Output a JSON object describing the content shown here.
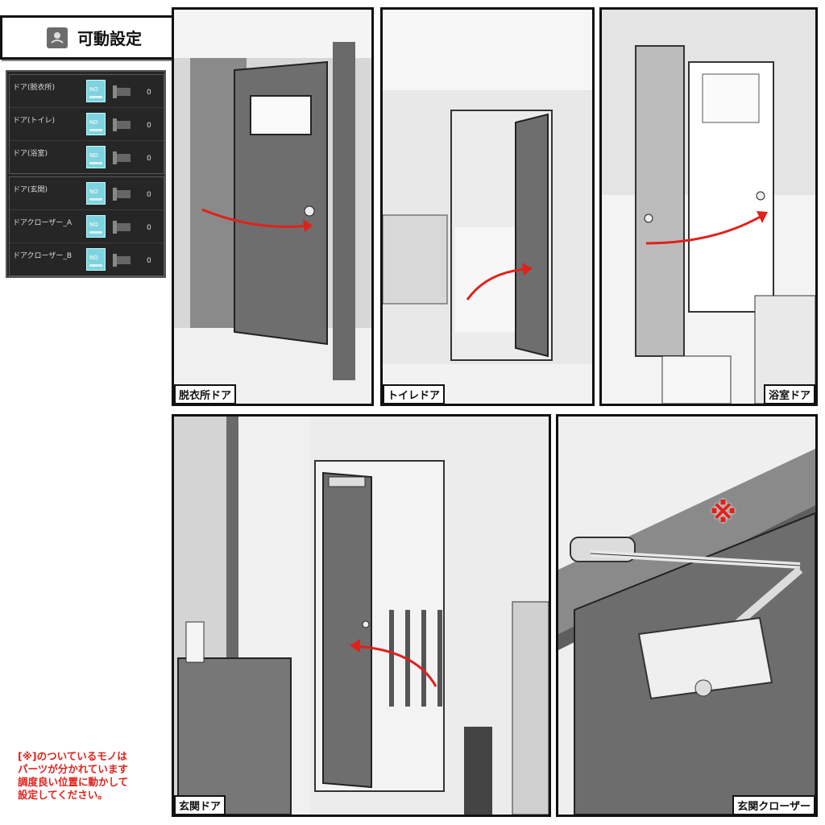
{
  "header": {
    "title": "可動設定",
    "icon": "gesture-icon"
  },
  "panel": {
    "groups": [
      {
        "rows": [
          {
            "label": "ドア(脱衣所)",
            "toggle": "NO",
            "value": "0"
          },
          {
            "label": "ドア(トイレ)",
            "toggle": "NO",
            "value": "0"
          },
          {
            "label": "ドア(浴室)",
            "toggle": "NO",
            "value": "0"
          }
        ]
      },
      {
        "rows": [
          {
            "label": "ドア(玄関)",
            "toggle": "NO",
            "value": "0"
          },
          {
            "label": "ドアクローザー_A",
            "toggle": "NO",
            "value": "0"
          },
          {
            "label": "ドアクローザー_B",
            "toggle": "NO",
            "value": "0"
          }
        ]
      }
    ]
  },
  "panels": {
    "dressing": "脱衣所ドア",
    "toilet": "トイレドア",
    "bath": "浴室ドア",
    "entrance": "玄関ドア",
    "closer": "玄関クローザー"
  },
  "closer_mark": "※",
  "note": {
    "line1": "[※]のついているモノは",
    "line2": "パーツが分かれています",
    "line3": "調度良い位置に動かして",
    "line4": "設定してください。"
  },
  "colors": {
    "accent_red": "#e0211b",
    "toggle": "#7fd3df",
    "panel_bg": "#262626"
  }
}
